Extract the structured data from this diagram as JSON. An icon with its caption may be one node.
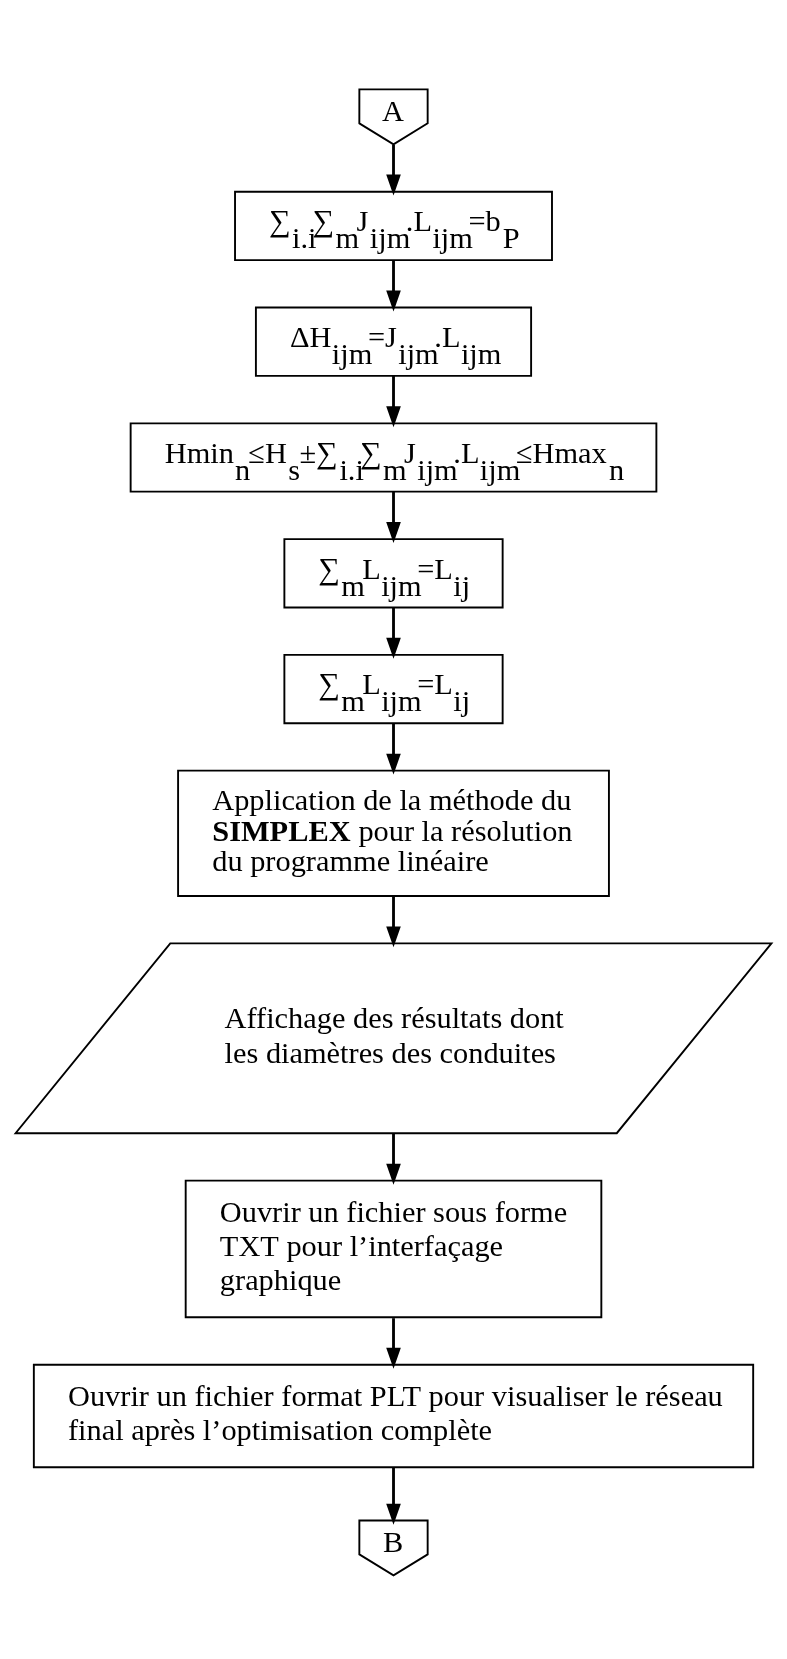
{
  "diagram": {
    "nodes": [
      {
        "text": [
          "A"
        ]
      },
      {
        "text": [
          "∑$_{i.i}$∑$_{m}$J$_{ijm}$.L$_{ijm}$=b$_{P}$"
        ]
      },
      {
        "text": [
          "ΔH$_{ijm}$=J$_{ijm}$.L$_{ijm}$"
        ]
      },
      {
        "text": [
          "Hmin$_{n}$≤H$_{s}$±∑$_{i.i}$∑$_{m}$J$_{ijm}$.L$_{ijm}$≤Hmax$_{n}$"
        ]
      },
      {
        "text": [
          "∑$_{m}$L$_{ijm}$=L$_{ij}$"
        ]
      },
      {
        "text": [
          "∑$_{m}$L$_{ijm}$=L$_{ij}$"
        ]
      },
      {
        "text": [
          "Application de la méthode du **SIMPLEX** pour la résolution du programme linéaire"
        ]
      },
      {
        "text": [
          "Affichage des résultats dont les diamètres des conduites"
        ]
      },
      {
        "text": [
          "Ouvrir un fichier sous forme TXT pour l’interfaçage graphique"
        ]
      },
      {
        "text": [
          "Ouvrir un fichier format PLT pour visualiser le réseau final après l’optimisation complète"
        ]
      },
      {
        "text": [
          "B"
        ]
      }
    ],
    "edges": [
      {
        "from": 0,
        "to": 1,
        "arrow": "to"
      },
      {
        "from": 1,
        "to": 2,
        "arrow": "to"
      },
      {
        "from": 2,
        "to": 3,
        "arrow": "to"
      },
      {
        "from": 3,
        "to": 4,
        "arrow": "to"
      },
      {
        "from": 4,
        "to": 5,
        "arrow": "to"
      },
      {
        "from": 5,
        "to": 6,
        "arrow": "to"
      },
      {
        "from": 6,
        "to": 7,
        "arrow": "to"
      },
      {
        "from": 7,
        "to": 8,
        "arrow": "to"
      },
      {
        "from": 8,
        "to": 9,
        "arrow": "to"
      },
      {
        "from": 9,
        "to": 10,
        "arrow": "to"
      }
    ]
  }
}
